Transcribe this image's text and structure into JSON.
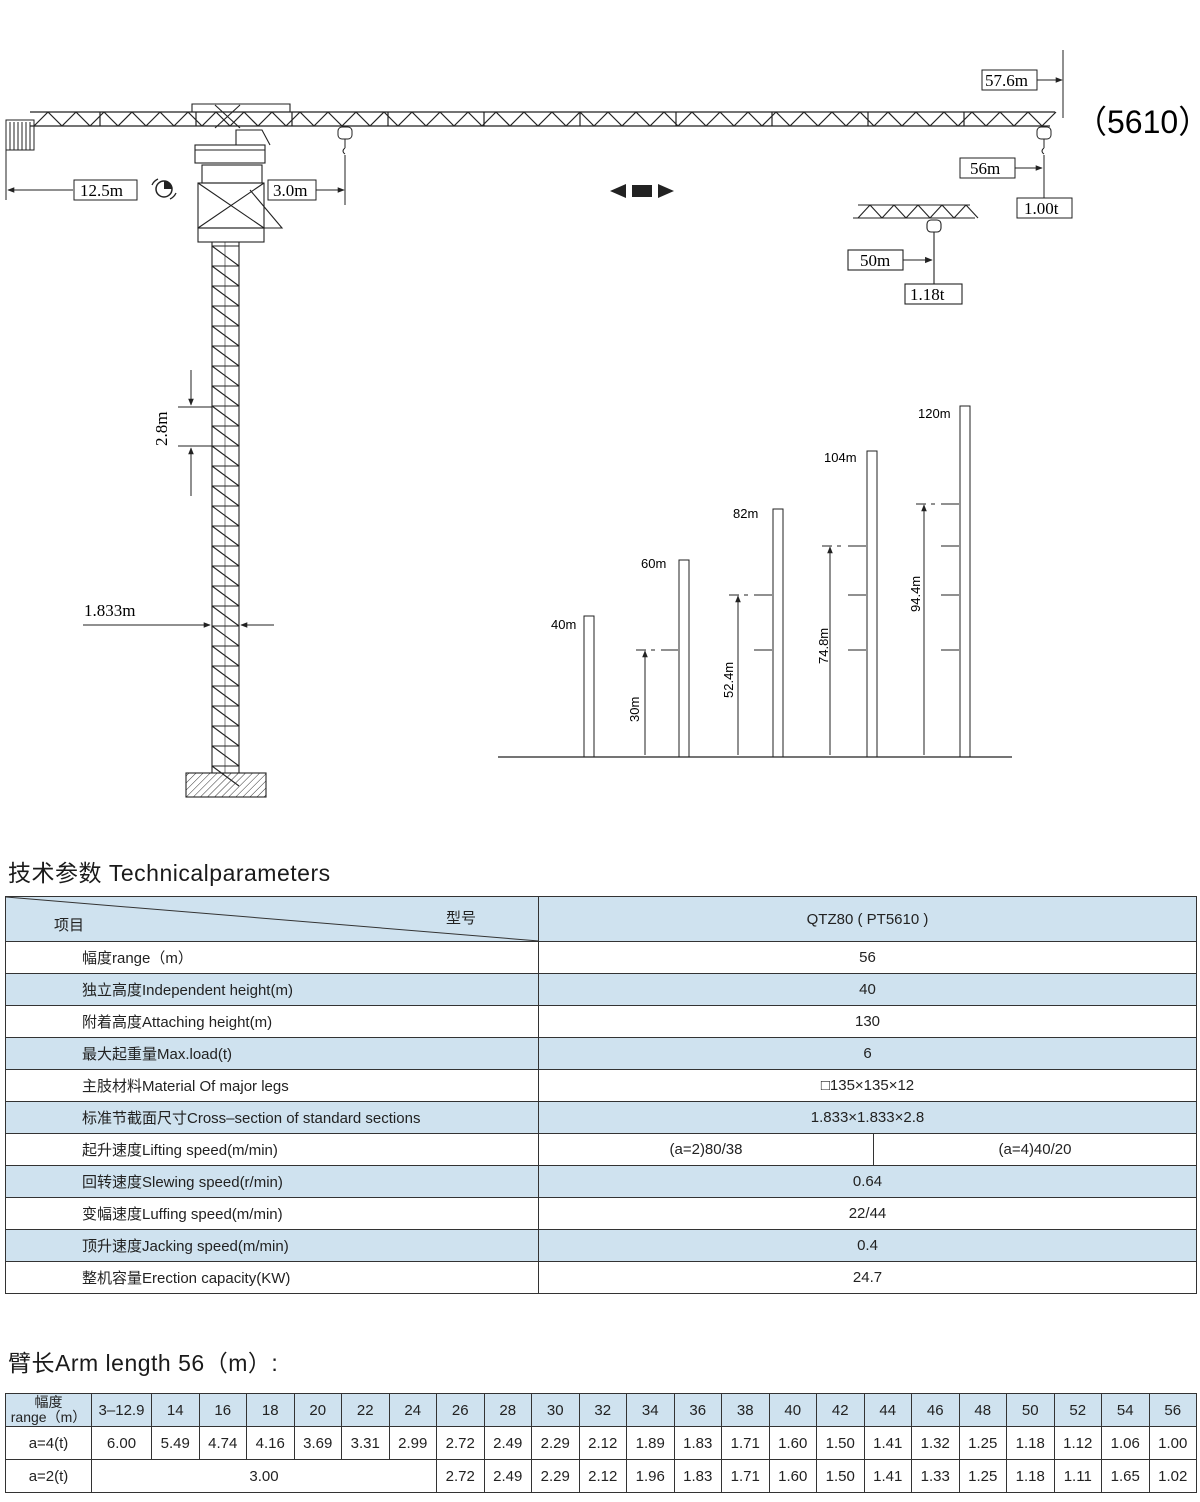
{
  "model_label": "（5610）",
  "jib_labels": {
    "total_length": "57.6m",
    "counter_jib": "12.5m",
    "trolley_offset": "3.0m",
    "max_range": "56m",
    "tip_load": "1.00t",
    "alt_range": "50m",
    "alt_tip_load": "1.18t",
    "section_height": "2.8m",
    "mast_width": "1.833m"
  },
  "heights": [
    {
      "total": "40m"
    },
    {
      "total": "60m",
      "free": "30m"
    },
    {
      "total": "82m",
      "free": "52.4m"
    },
    {
      "total": "104m",
      "free": "74.8m"
    },
    {
      "total": "120m",
      "free": "94.4m"
    }
  ],
  "tech": {
    "title": "技术参数 Technicalparameters",
    "header_item": "项目",
    "header_model": "型号",
    "model": "QTZ80 ( PT5610 )",
    "rows": [
      {
        "label": "幅度range（m）",
        "value": "56"
      },
      {
        "label": "独立高度Independent height(m)",
        "value": "40"
      },
      {
        "label": "附着高度Attaching height(m)",
        "value": "130"
      },
      {
        "label": "最大起重量Max.load(t)",
        "value": "6"
      },
      {
        "label": "主肢材料Material Of major legs",
        "value": "□135×135×12"
      },
      {
        "label": "标准节截面尺寸Cross–section of standard sections",
        "value": "1.833×1.833×2.8"
      },
      {
        "label": "起升速度Lifting speed(m/min)",
        "value_a": "(a=2)80/38",
        "value_b": "(a=4)40/20"
      },
      {
        "label": "回转速度Slewing speed(r/min)",
        "value": "0.64"
      },
      {
        "label": "变幅速度Luffing speed(m/min)",
        "value": "22/44"
      },
      {
        "label": "顶升速度Jacking speed(m/min)",
        "value": "0.4"
      },
      {
        "label": "整机容量Erection capacity(KW)",
        "value": "24.7"
      }
    ]
  },
  "arm": {
    "title": "臂长Arm length 56（m）:",
    "header_label_1": "幅度",
    "header_label_2": "range（m）",
    "ranges": [
      "3–12.9",
      "14",
      "16",
      "18",
      "20",
      "22",
      "24",
      "26",
      "28",
      "30",
      "32",
      "34",
      "36",
      "38",
      "40",
      "42",
      "44",
      "46",
      "48",
      "50",
      "52",
      "54",
      "56"
    ],
    "a4_label": "a=4(t)",
    "a4": [
      "6.00",
      "5.49",
      "4.74",
      "4.16",
      "3.69",
      "3.31",
      "2.99",
      "2.72",
      "2.49",
      "2.29",
      "2.12",
      "1.89",
      "1.83",
      "1.71",
      "1.60",
      "1.50",
      "1.41",
      "1.32",
      "1.25",
      "1.18",
      "1.12",
      "1.06",
      "1.00"
    ],
    "a2_label": "a=2(t)",
    "a2_merged": "3.00",
    "a2": [
      "2.72",
      "2.49",
      "2.29",
      "2.12",
      "1.96",
      "1.83",
      "1.71",
      "1.60",
      "1.50",
      "1.41",
      "1.33",
      "1.25",
      "1.18",
      "1.11",
      "1.65",
      "1.02"
    ]
  }
}
